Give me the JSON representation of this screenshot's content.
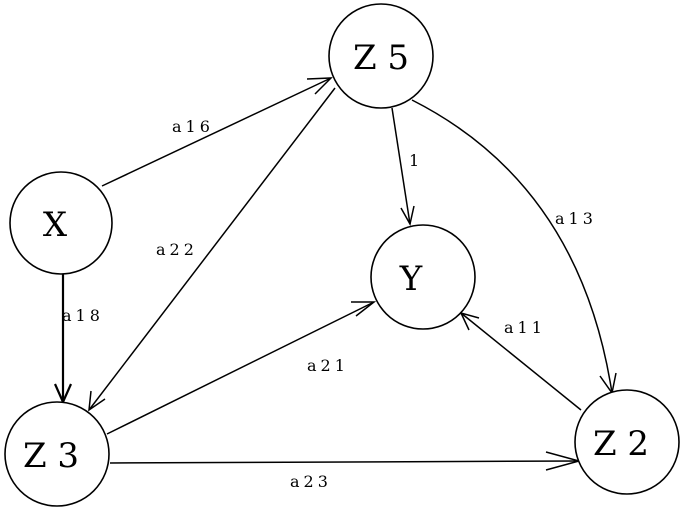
{
  "nodes": {
    "z5": "Z 5",
    "x": "X",
    "y": "Y",
    "z3": "Z 3",
    "z2": "Z 2"
  },
  "edges": {
    "x_z5": "a16",
    "z5_z3": "a22",
    "x_z3": "a18",
    "z5_y": "1",
    "z5_z2": "a13",
    "z3_y": "a21",
    "z2_y": "a11",
    "z3_z2": "a23"
  }
}
